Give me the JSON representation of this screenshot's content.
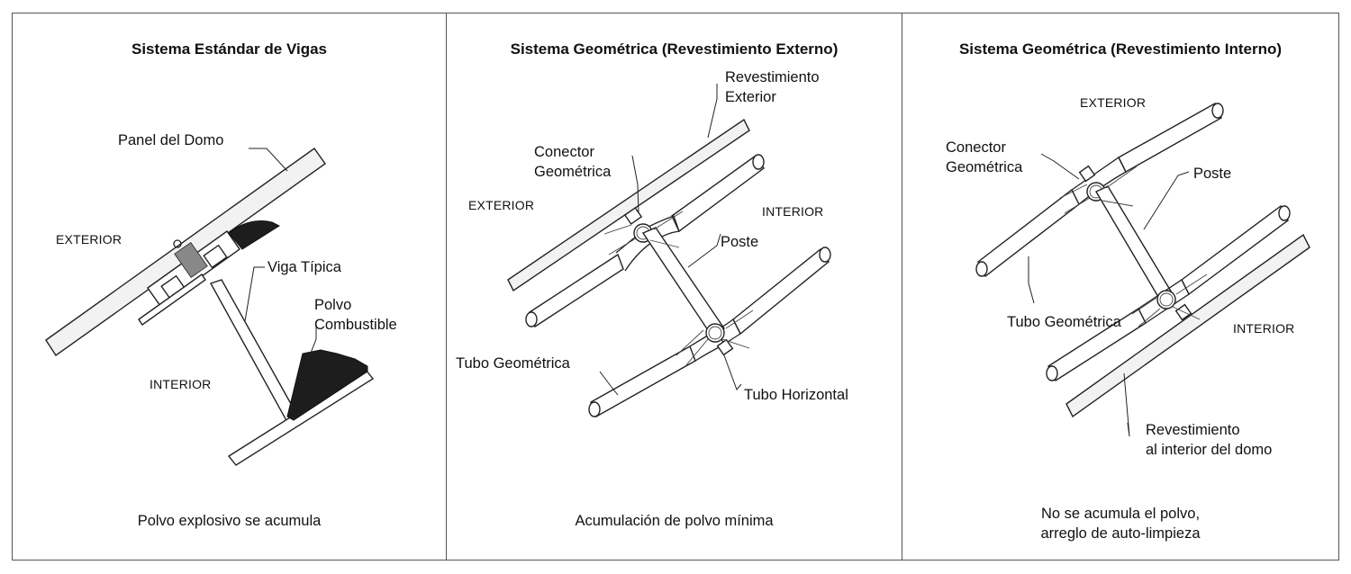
{
  "panels": [
    {
      "title": "Sistema Estándar de Vigas",
      "caption": "Polvo explosivo se acumula",
      "labels": {
        "dome_panel": "Panel del Domo",
        "exterior": "EXTERIOR",
        "typical_beam": "Viga Típica",
        "dust": "Polvo\nCombustible",
        "interior": "INTERIOR"
      }
    },
    {
      "title": "Sistema Geométrica (Revestimiento Externo)",
      "caption": "Acumulación de polvo mínima",
      "labels": {
        "outer_cladding": "Revestimiento\nExterior",
        "connector": "Conector\nGeométrica",
        "exterior": "EXTERIOR",
        "interior": "INTERIOR",
        "post": "Poste",
        "tube": "Tubo Geométrica",
        "horizontal_tube": "Tubo Horizontal"
      }
    },
    {
      "title": "Sistema Geométrica (Revestimiento Interno)",
      "caption": "No se acumula el polvo,\narreglo de auto-limpieza",
      "labels": {
        "exterior": "EXTERIOR",
        "connector": "Conector\nGeométrica",
        "post": "Poste",
        "tube": "Tubo Geométrica",
        "interior": "INTERIOR",
        "inner_cladding": "Revestimiento\nal interior del domo"
      }
    }
  ]
}
